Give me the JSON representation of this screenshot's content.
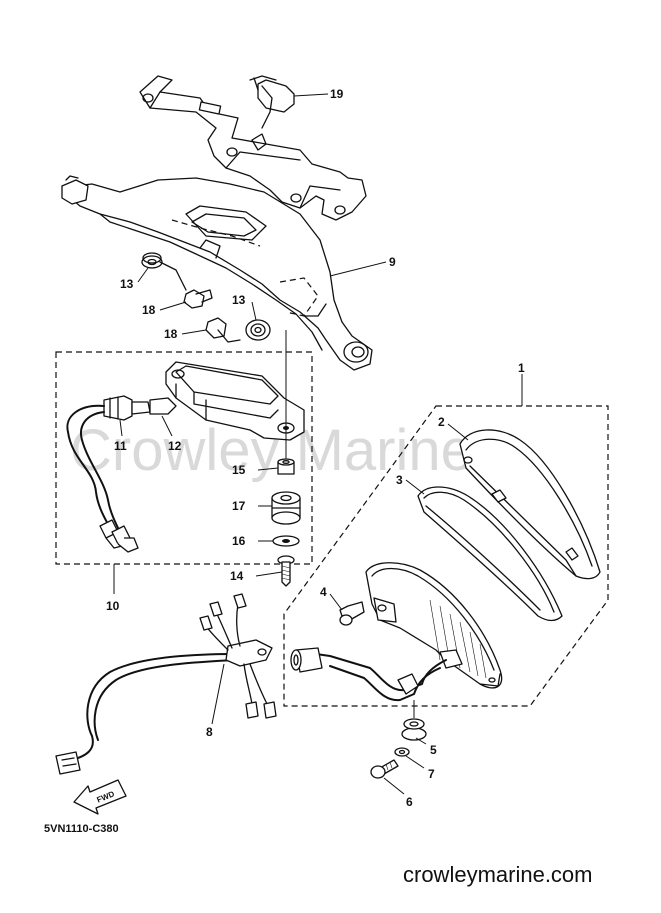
{
  "watermark": "Crowley Marine",
  "diagram_code": "5VN1110-C380",
  "website": "crowleymarine.com",
  "fwd_label": "FWD",
  "callouts": {
    "c1": "1",
    "c2": "2",
    "c3": "3",
    "c4": "4",
    "c5": "5",
    "c6": "6",
    "c7": "7",
    "c8": "8",
    "c9": "9",
    "c10": "10",
    "c11": "11",
    "c12": "12",
    "c13a": "13",
    "c13b": "13",
    "c14": "14",
    "c15": "15",
    "c16": "16",
    "c17": "17",
    "c18a": "18",
    "c18b": "18",
    "c19": "19"
  }
}
